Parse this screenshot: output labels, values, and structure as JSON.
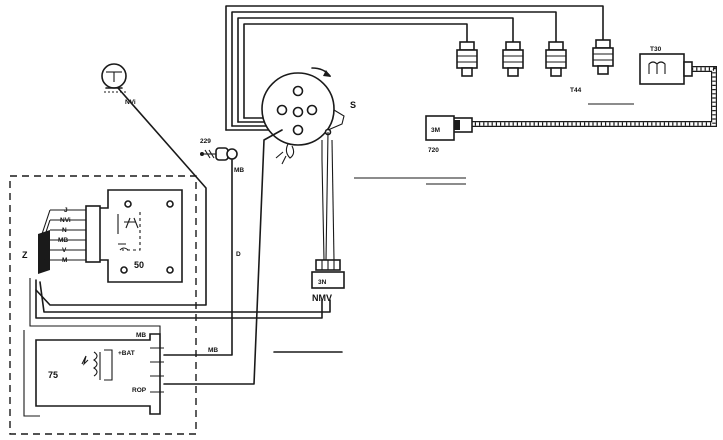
{
  "components": {
    "distributor": "S",
    "ignition_coil_reference": "T30",
    "spark_plugs": "T44",
    "connector_3m": "3M",
    "connector_720": "720",
    "connector_3n": "3N",
    "connector_3n_pins": "NMV",
    "gauge": "NVi",
    "switch_229": "229",
    "switch_mb": "MB",
    "control_unit": "50",
    "harness_z": "Z",
    "wire_d": "D",
    "module_75": "75",
    "wire_mb_bottom": "MB",
    "module_bat_label": "+BAT",
    "module_rop_label": "ROP",
    "module_top_label": "MB"
  },
  "control_unit_pins": [
    "J",
    "NVi",
    "N",
    "MB",
    "V",
    "M"
  ],
  "colors": {
    "ink": "#1a1a1a",
    "paper": "#ffffff"
  }
}
